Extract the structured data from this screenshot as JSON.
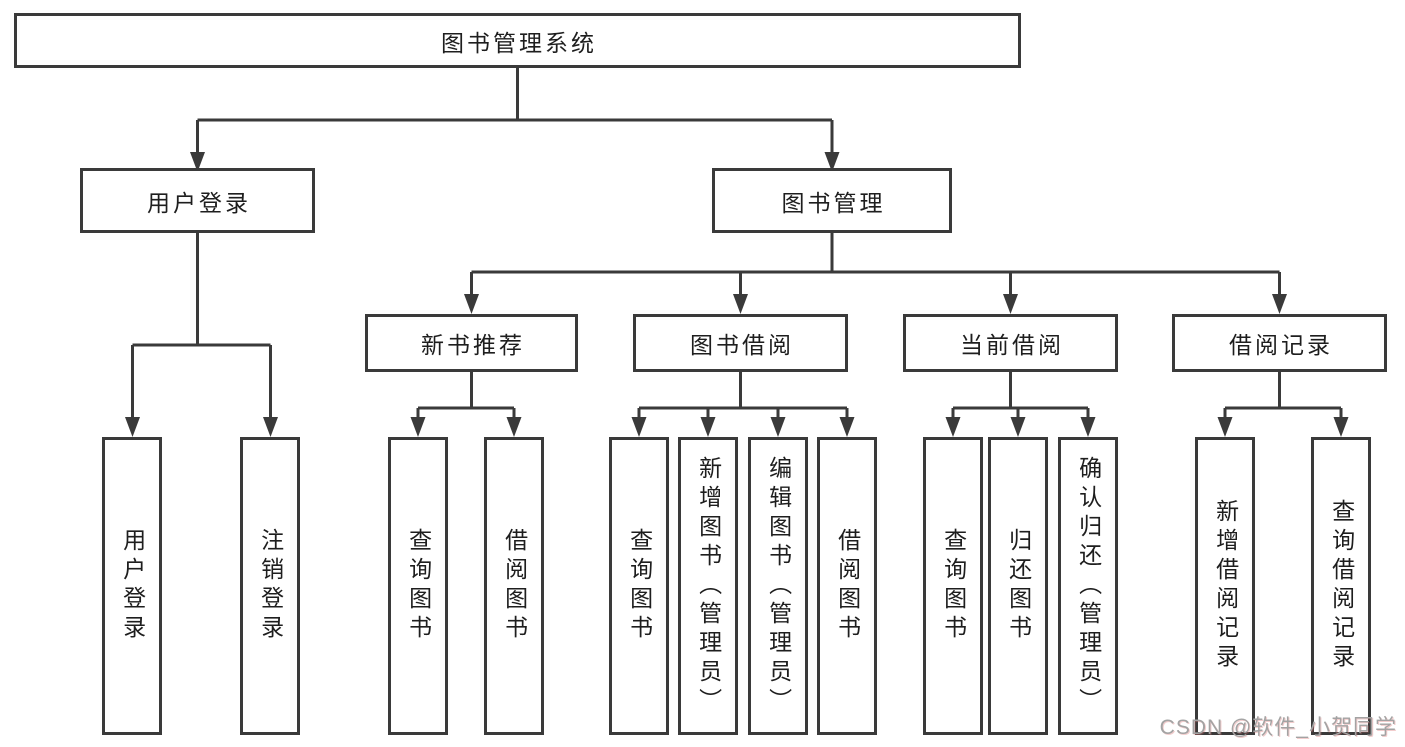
{
  "nodes": {
    "root": {
      "label": "图书管理系统"
    },
    "user_login": {
      "label": "用户登录"
    },
    "book_management": {
      "label": "图书管理"
    },
    "new_book_recommend": {
      "label": "新书推荐"
    },
    "book_borrowing": {
      "label": "图书借阅"
    },
    "current_borrowing": {
      "label": "当前借阅"
    },
    "borrowing_records": {
      "label": "借阅记录"
    },
    "leaf_user_login": {
      "label": "用户登录"
    },
    "leaf_logout": {
      "label": "注销登录"
    },
    "leaf_nb_query_books": {
      "label": "查询图书"
    },
    "leaf_nb_borrow_books": {
      "label": "借阅图书"
    },
    "leaf_bb_query_books": {
      "label": "查询图书"
    },
    "leaf_bb_add_books": {
      "label": "新增图书（管理员）"
    },
    "leaf_bb_edit_books": {
      "label": "编辑图书（管理员）"
    },
    "leaf_bb_borrow_books": {
      "label": "借阅图书"
    },
    "leaf_cb_query_books": {
      "label": "查询图书"
    },
    "leaf_cb_return_books": {
      "label": "归还图书"
    },
    "leaf_cb_confirm_return": {
      "label": "确认归还（管理员）"
    },
    "leaf_br_add_record": {
      "label": "新增借阅记录"
    },
    "leaf_br_query_record": {
      "label": "查询借阅记录"
    }
  },
  "watermark": "CSDN @软件_小贺同学",
  "colors": {
    "line": "#3a3a3a",
    "text": "#1e1e1e",
    "watermark": "#a3a3a3",
    "background": "#ffffff"
  }
}
